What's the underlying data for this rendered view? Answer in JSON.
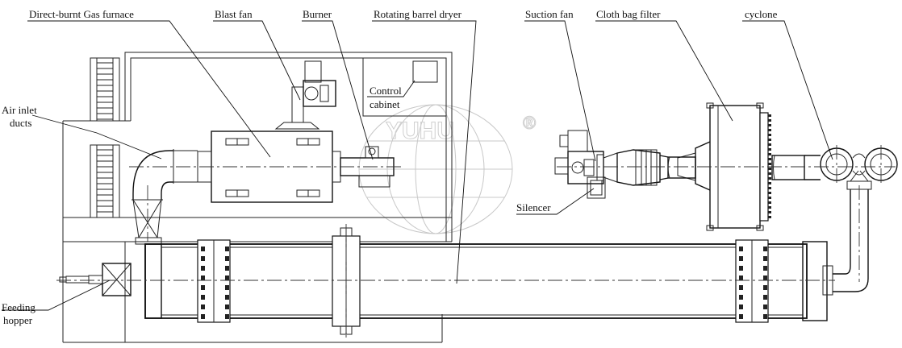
{
  "labels": {
    "direct_burnt_gas_furnace": "Direct-burnt Gas furnace",
    "blast_fan": "Blast fan",
    "burner": "Burner",
    "rotating_barrel_dryer": "Rotating barrel dryer",
    "suction_fan": "Suction fan",
    "cloth_bag_filter": "Cloth bag filter",
    "cyclone": "cyclone",
    "air_inlet_line1": "Air inlet",
    "air_inlet_line2": "ducts",
    "control_line1": "Control",
    "control_line2": "cabinet",
    "silencer": "Silencer",
    "feeding_line1": "Feeding",
    "feeding_line2": "hopper"
  },
  "watermark": {
    "text": "YUHU",
    "mark": "®"
  }
}
